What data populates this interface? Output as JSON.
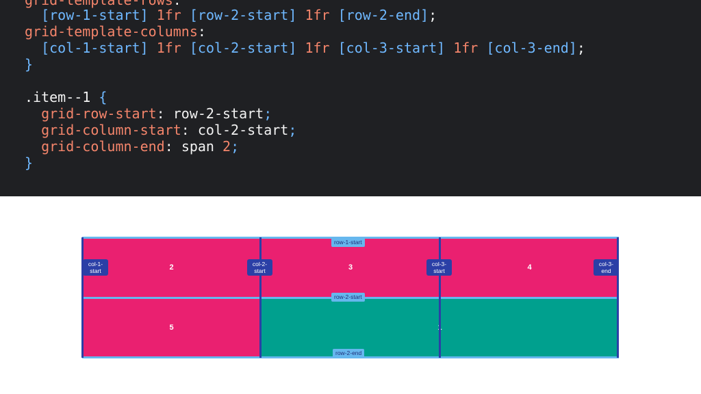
{
  "code": {
    "line0": {
      "prop": "grid-template-rows",
      "colon": ":"
    },
    "line1": {
      "b1": "[row-1-start]",
      "v1": "1fr",
      "b2": "[row-2-start]",
      "v2": "1fr",
      "b3": "[row-2-end]",
      "end": ";"
    },
    "line2": {
      "prop": "grid-template-columns",
      "colon": ":"
    },
    "line3": {
      "b1": "[col-1-start]",
      "v1": "1fr",
      "b2": "[col-2-start]",
      "v2": "1fr",
      "b3": "[col-3-start]",
      "v3": "1fr",
      "b4": "[col-3-end]",
      "end": ";"
    },
    "line4": {
      "brace": "}"
    },
    "line5": {
      "selector": ".item--1",
      "brace": "{"
    },
    "line6": {
      "prop": "grid-row-start",
      "colon": ":",
      "value": "row-2-start",
      "end": ";"
    },
    "line7": {
      "prop": "grid-column-start",
      "colon": ":",
      "value": "col-2-start",
      "end": ";"
    },
    "line8": {
      "prop": "grid-column-end",
      "colon": ":",
      "value": "span",
      "num": "2",
      "end": ";"
    },
    "line9": {
      "brace": "}"
    }
  },
  "grid": {
    "items": [
      {
        "label": "2"
      },
      {
        "label": "3"
      },
      {
        "label": "4"
      },
      {
        "label": "5"
      },
      {
        "label": "1"
      }
    ],
    "column_lines": [
      "col-1-start",
      "col-2-start",
      "col-3-start",
      "col-3-end"
    ],
    "row_lines": [
      "row-1-start",
      "row-2-start",
      "row-2-end"
    ]
  },
  "colors": {
    "code_bg": "#1f2023",
    "property": "#f4856b",
    "bracket": "#6fb8ff",
    "pink": "#ea2070",
    "teal": "#00a08e",
    "column_line": "#2b3fa6",
    "row_line": "#66b7ee"
  }
}
